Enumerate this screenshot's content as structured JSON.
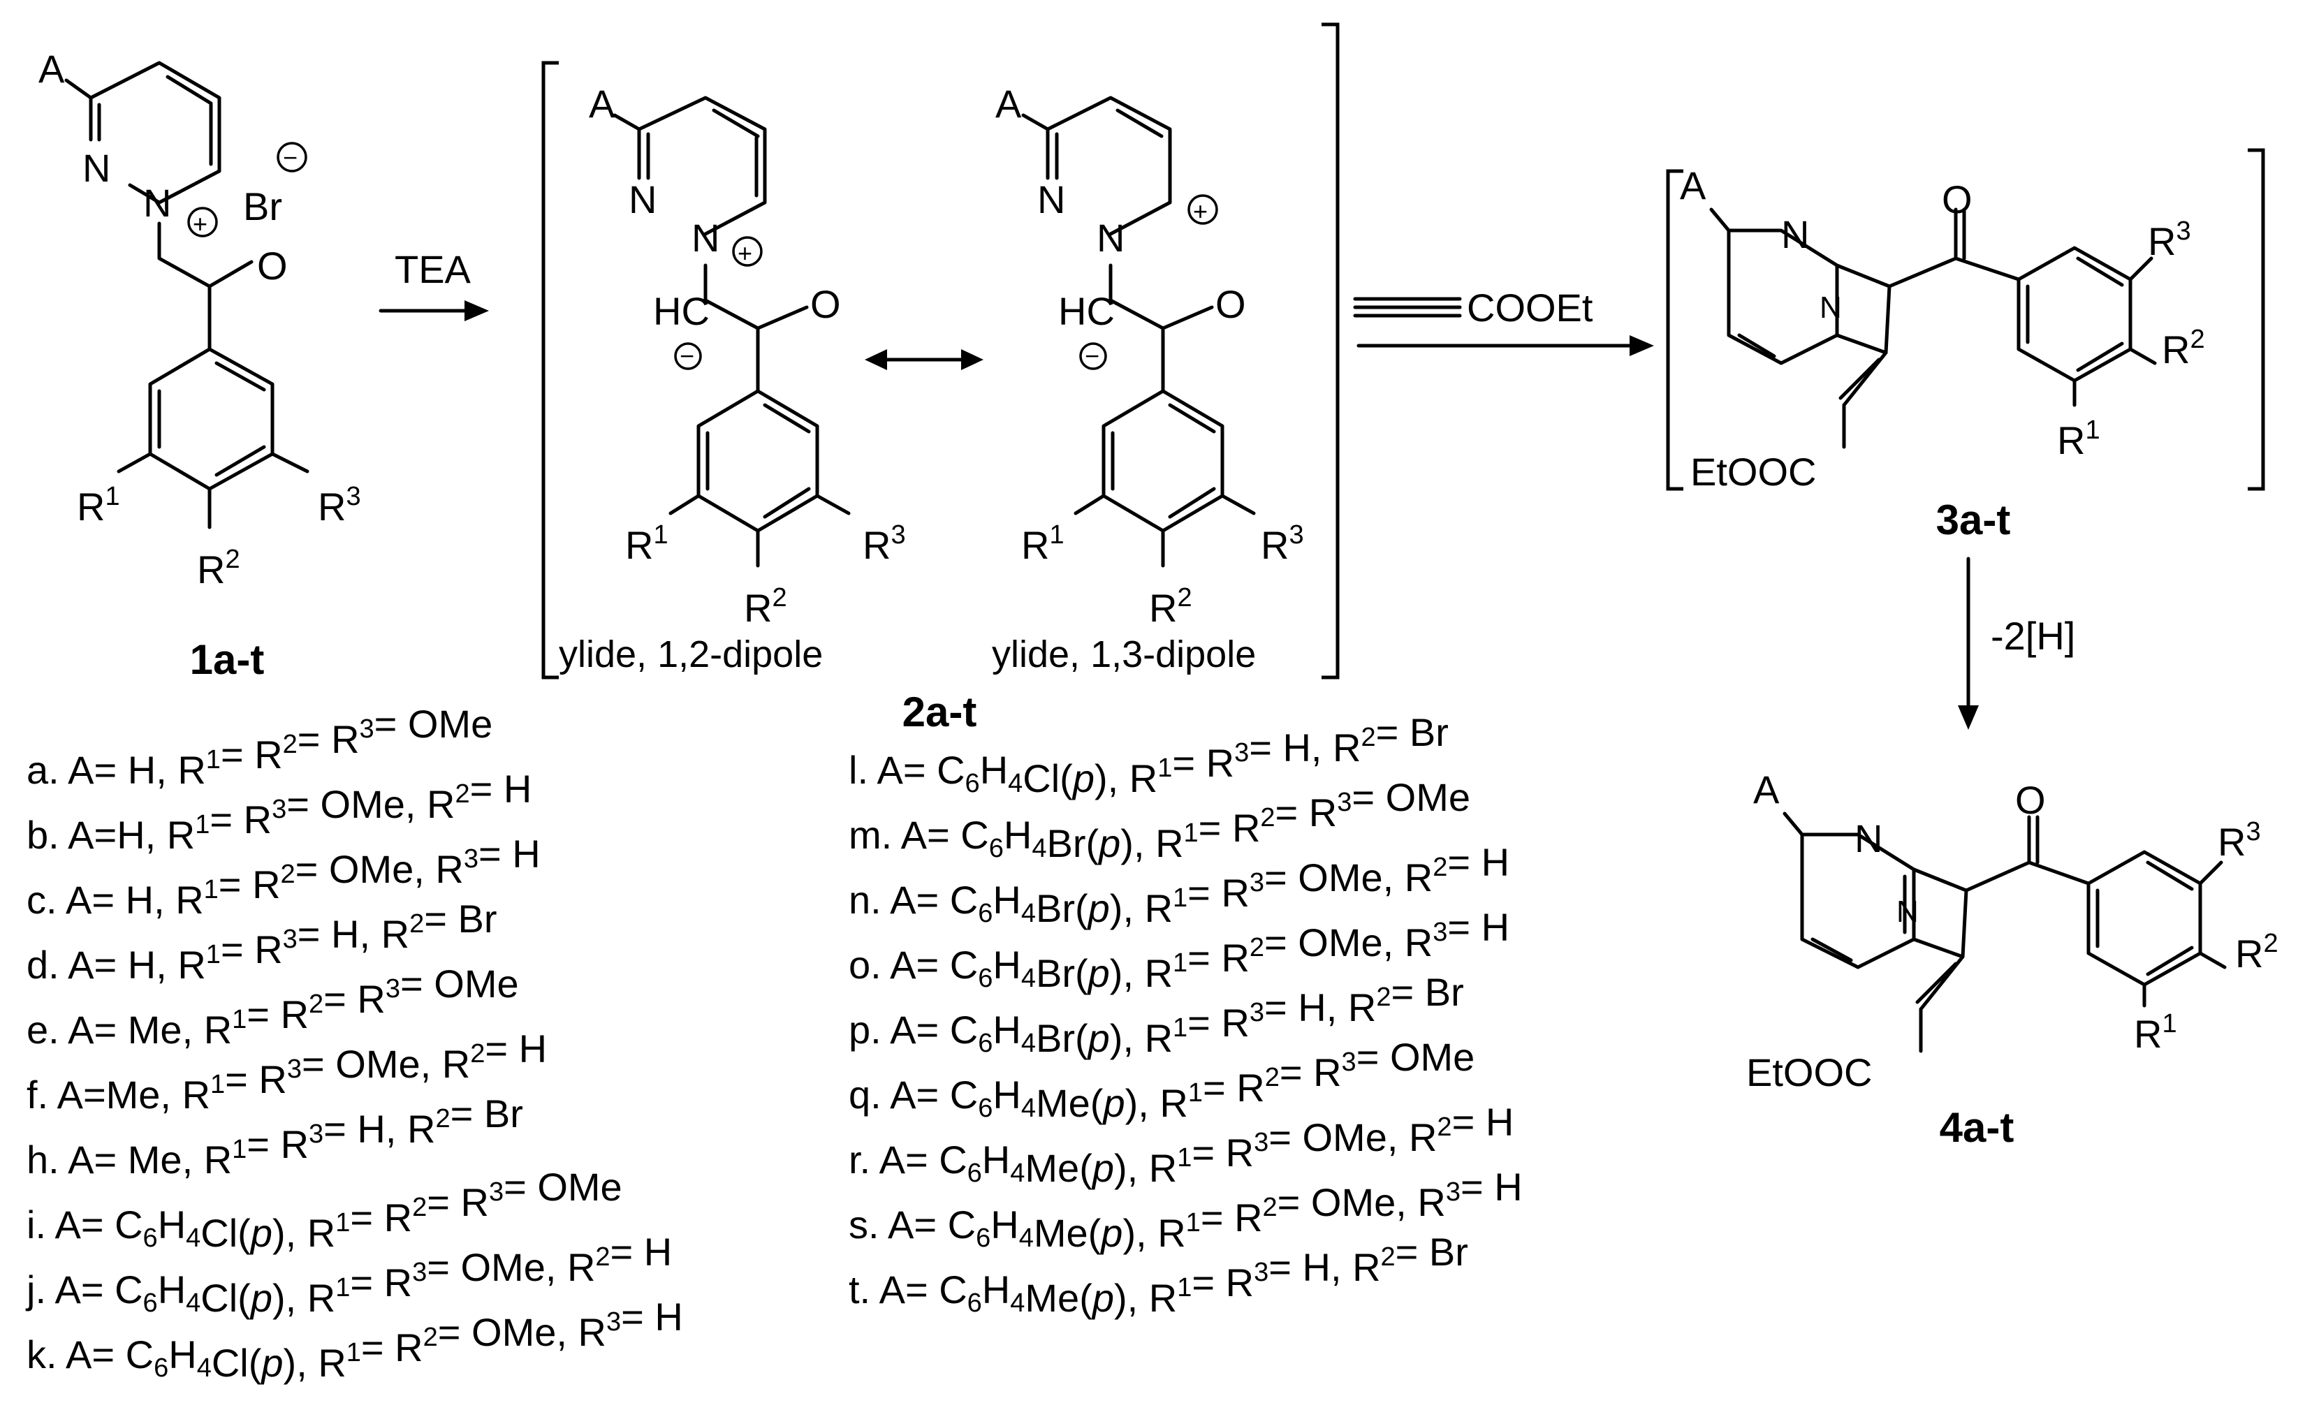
{
  "labels": {
    "compound1": "1a-t",
    "compound2": "2a-t",
    "compound3": "3a-t",
    "compound4": "4a-t",
    "reagent_tea": "TEA",
    "reagent_alkyne": "COOEt",
    "oxidation": "-2[H]",
    "ylide12": "ylide, 1,2-dipole",
    "ylide13": "ylide, 1,3-dipole",
    "bromide": "Br",
    "ester": "EtOOC",
    "atom_A": "A",
    "atom_N": "N",
    "atom_O": "O",
    "atom_HC": "HC"
  },
  "substituent_table": {
    "left_column": [
      "a. A= H, R1= R2= R3= OMe",
      "b. A=H, R1= R3= OMe, R2= H",
      "c. A= H, R1= R2= OMe, R3= H",
      "d. A= H, R1= R3= H, R2= Br",
      "e. A= Me, R1= R2= R3= OMe",
      "f. A=Me, R1= R3= OMe, R2= H",
      "h. A= Me, R1= R3= H, R2= Br",
      "i. A= C6H4Cl(p), R1= R2= R3= OMe",
      "j. A= C6H4Cl(p), R1= R3= OMe, R2= H",
      "k. A= C6H4Cl(p), R1= R2= OMe, R3= H"
    ],
    "right_column": [
      "l. A= C6H4Cl(p), R1= R3= H, R2= Br",
      "m. A= C6H4Br(p), R1= R2= R3= OMe",
      "n. A= C6H4Br(p), R1= R3= OMe, R2= H",
      "o. A= C6H4Br(p), R1= R2= OMe, R3= H",
      "p. A= C6H4Br(p), R1= R3= H, R2= Br",
      "q. A= C6H4Me(p), R1= R2= R3= OMe",
      "r. A= C6H4Me(p), R1= R3= OMe, R2= H",
      "s. A= C6H4Me(p), R1= R2= OMe, R3= H",
      "t. A= C6H4Me(p), R1= R3= H, R2= Br"
    ]
  },
  "colors": {
    "ink": "#000000",
    "background": "#ffffff"
  }
}
